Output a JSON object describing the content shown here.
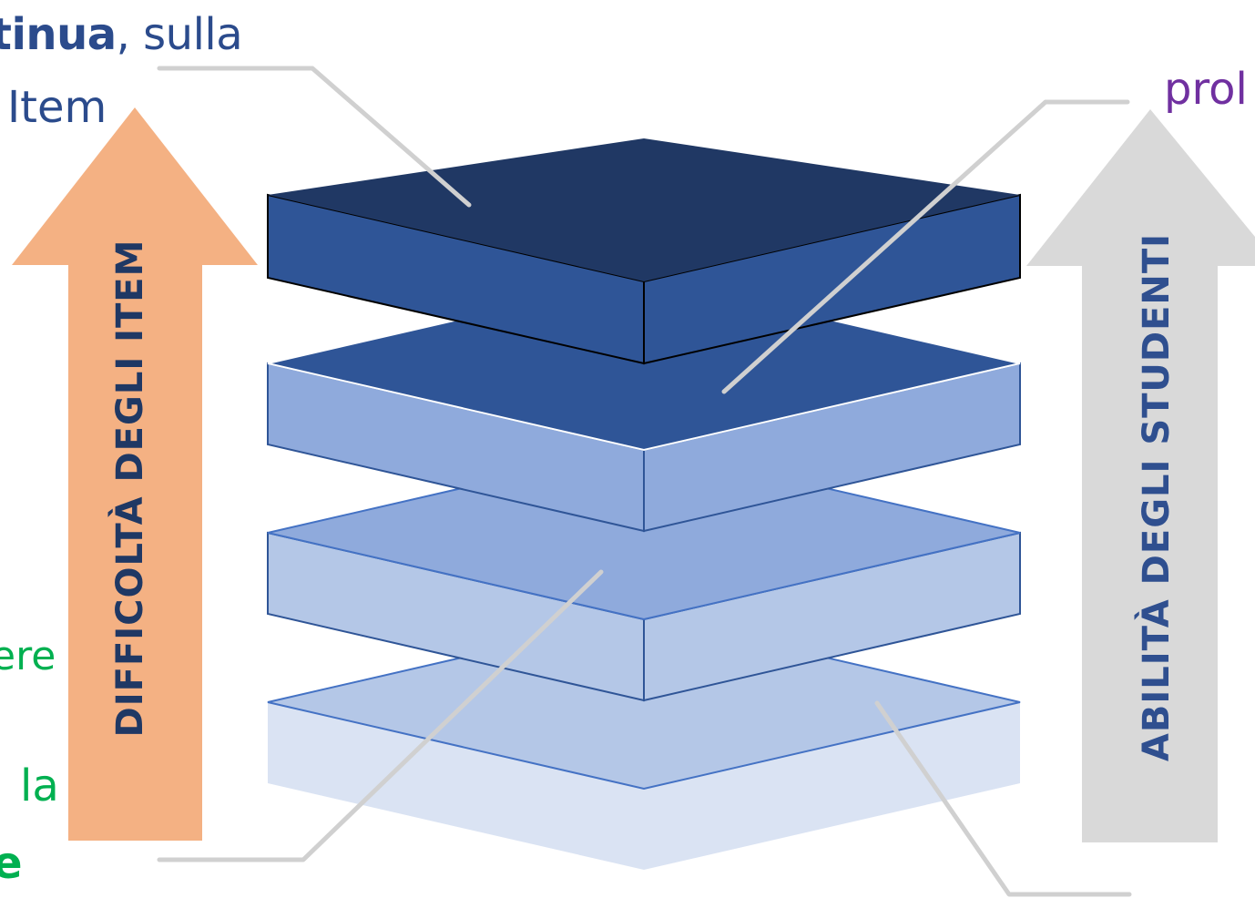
{
  "texts": {
    "top_left_line1_bold": "tinua",
    "top_left_line1_rest": ", sulla",
    "top_left_line2": "Item",
    "top_right": "prol",
    "left_mid": "ere",
    "left_low": "la",
    "left_bottom": "e"
  },
  "arrows": {
    "left_label": "DIFFICOLTÀ DEGLI ITEM",
    "right_label": "ABILITÀ DEGLI STUDENTI"
  },
  "colors": {
    "left_arrow": "#f4b183",
    "right_arrow": "#d9d9d9",
    "layer_top_face": "#203864",
    "layer_top_sides": "#2f5597",
    "layer_2_sides": "#8faadc",
    "layer_3_sides": "#b4c7e7",
    "layer_4_sides": "#dae3f3",
    "callout_line": "#d0d0d0"
  }
}
